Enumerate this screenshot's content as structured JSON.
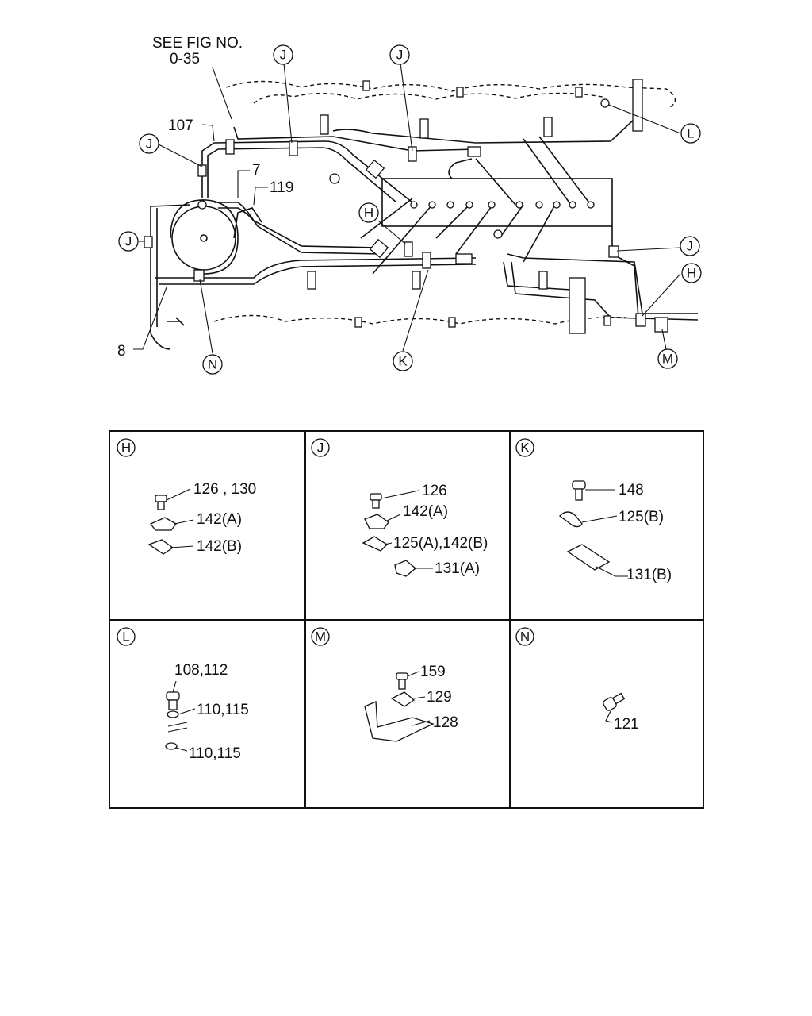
{
  "top_diagram": {
    "note_line1": "SEE FIG NO.",
    "note_line2": "0-35",
    "ref_numbers": [
      "107",
      "7",
      "119",
      "8"
    ],
    "callout_letters": [
      "J",
      "J",
      "J",
      "J",
      "H",
      "H",
      "L",
      "M",
      "N",
      "K"
    ]
  },
  "detail_panels": [
    {
      "letter": "H",
      "labels": [
        "126 , 130",
        "142(A)",
        "142(B)"
      ]
    },
    {
      "letter": "J",
      "labels": [
        "126",
        "142(A)",
        "125(A),142(B)",
        "131(A)"
      ]
    },
    {
      "letter": "K",
      "labels": [
        "148",
        "125(B)",
        "131(B)"
      ]
    },
    {
      "letter": "L",
      "labels": [
        "108,112",
        "110,115",
        "110,115"
      ]
    },
    {
      "letter": "M",
      "labels": [
        "159",
        "129",
        "128"
      ]
    },
    {
      "letter": "N",
      "labels": [
        "121"
      ]
    }
  ]
}
